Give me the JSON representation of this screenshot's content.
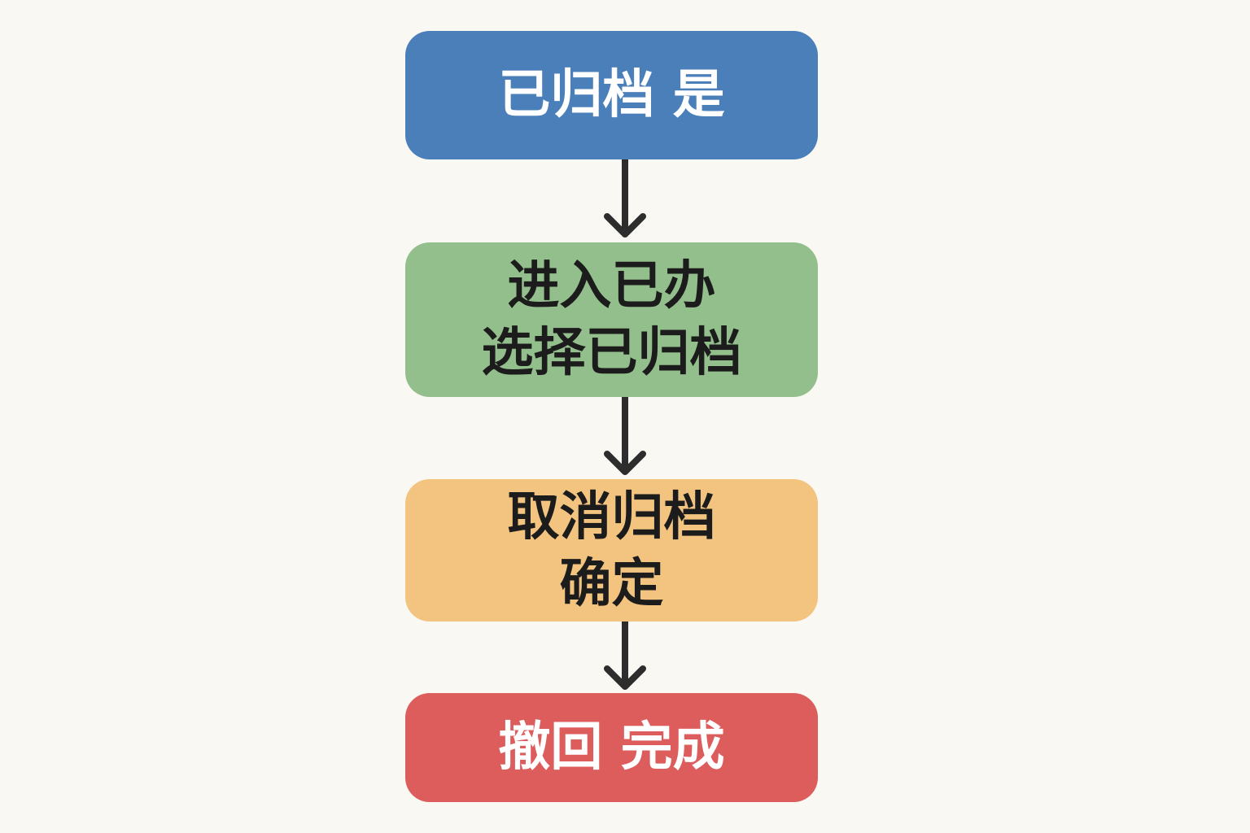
{
  "steps": [
    {
      "lines": [
        "已归档 是"
      ],
      "color": "#4a7fba"
    },
    {
      "lines": [
        "进入已办",
        "选择已归档"
      ],
      "color": "#93bf8c"
    },
    {
      "lines": [
        "取消归档",
        "确定"
      ],
      "color": "#f3c380"
    },
    {
      "lines": [
        "撤回 完成"
      ],
      "color": "#dd5c5c"
    }
  ]
}
